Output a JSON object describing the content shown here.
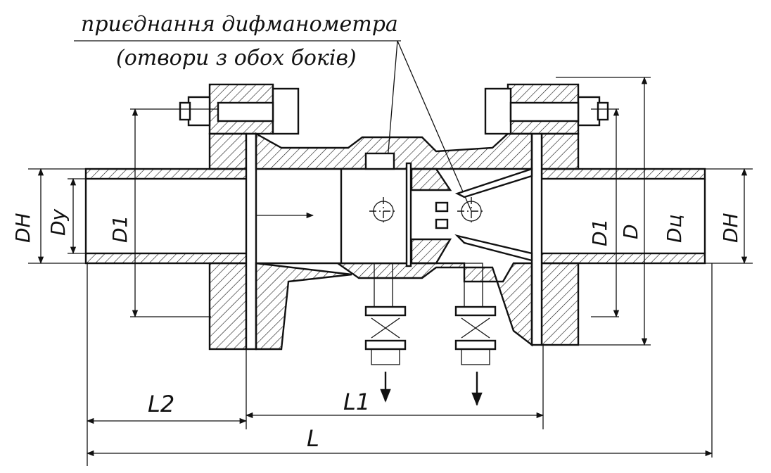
{
  "callout": {
    "line1": "приєднання дифманометра",
    "line2": "(отвори з обох боків)"
  },
  "labels": {
    "dn_left": "DН",
    "dy_left": "Dу",
    "d1_left": "D1",
    "d1_right": "D1",
    "d_right": "D",
    "dc_right": "Dц",
    "dn_right": "DН",
    "l2": "L2",
    "l1": "L1",
    "l": "L"
  }
}
